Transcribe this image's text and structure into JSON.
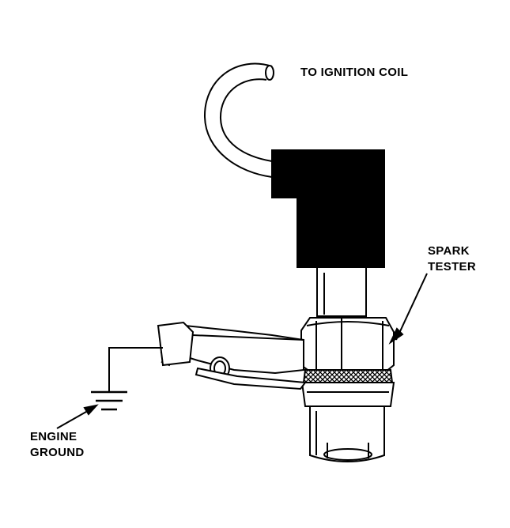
{
  "labels": {
    "ignition_coil": "TO IGNITION COIL",
    "spark_tester": [
      "SPARK",
      "TESTER"
    ],
    "engine_ground": [
      "ENGINE",
      "GROUND"
    ]
  },
  "colors": {
    "ink": "#000000",
    "paper": "#ffffff"
  },
  "icons": [
    "ground-symbol-icon",
    "arrow-icon"
  ]
}
